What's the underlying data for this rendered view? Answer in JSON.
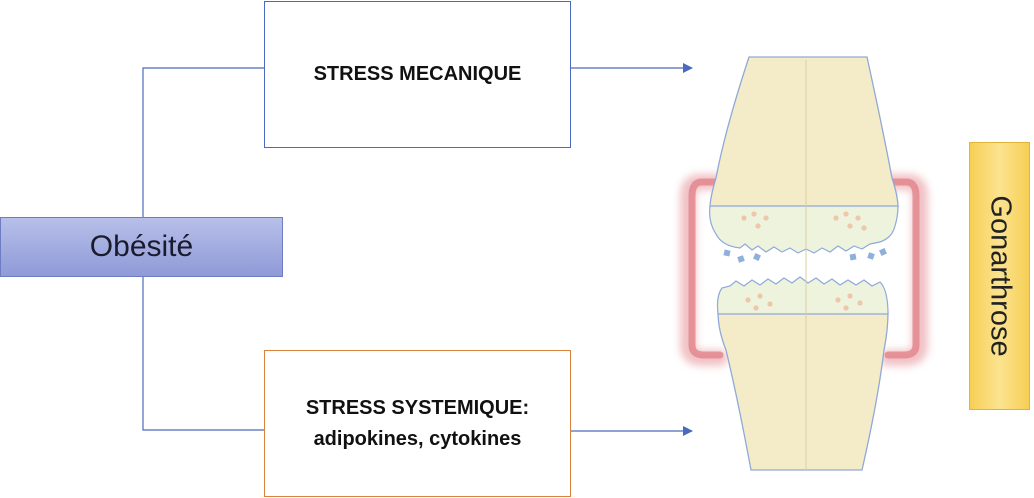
{
  "boxes": {
    "mechanical_stress": "STRESS MECANIQUE",
    "systemic_stress_line1": "STRESS SYSTEMIQUE:",
    "systemic_stress_line2": "adipokines, cytokines",
    "obesity": "Obésité",
    "gonarthrosis": "Gonarthrose"
  },
  "colors": {
    "connector": "#4a6bbd",
    "mechanical_border": "#4a6bbd",
    "systemic_border": "#d9823b",
    "obesity_fill": "#a3ade0",
    "gonarthrosis_fill": "#f6cf55",
    "bone": "#f4ecc9",
    "cartilage": "#eef3de",
    "synovium": "#e58f95",
    "debris": "#8fb0dc"
  },
  "icons": [
    "knee-joint-illustration",
    "arrow-right-icon"
  ]
}
